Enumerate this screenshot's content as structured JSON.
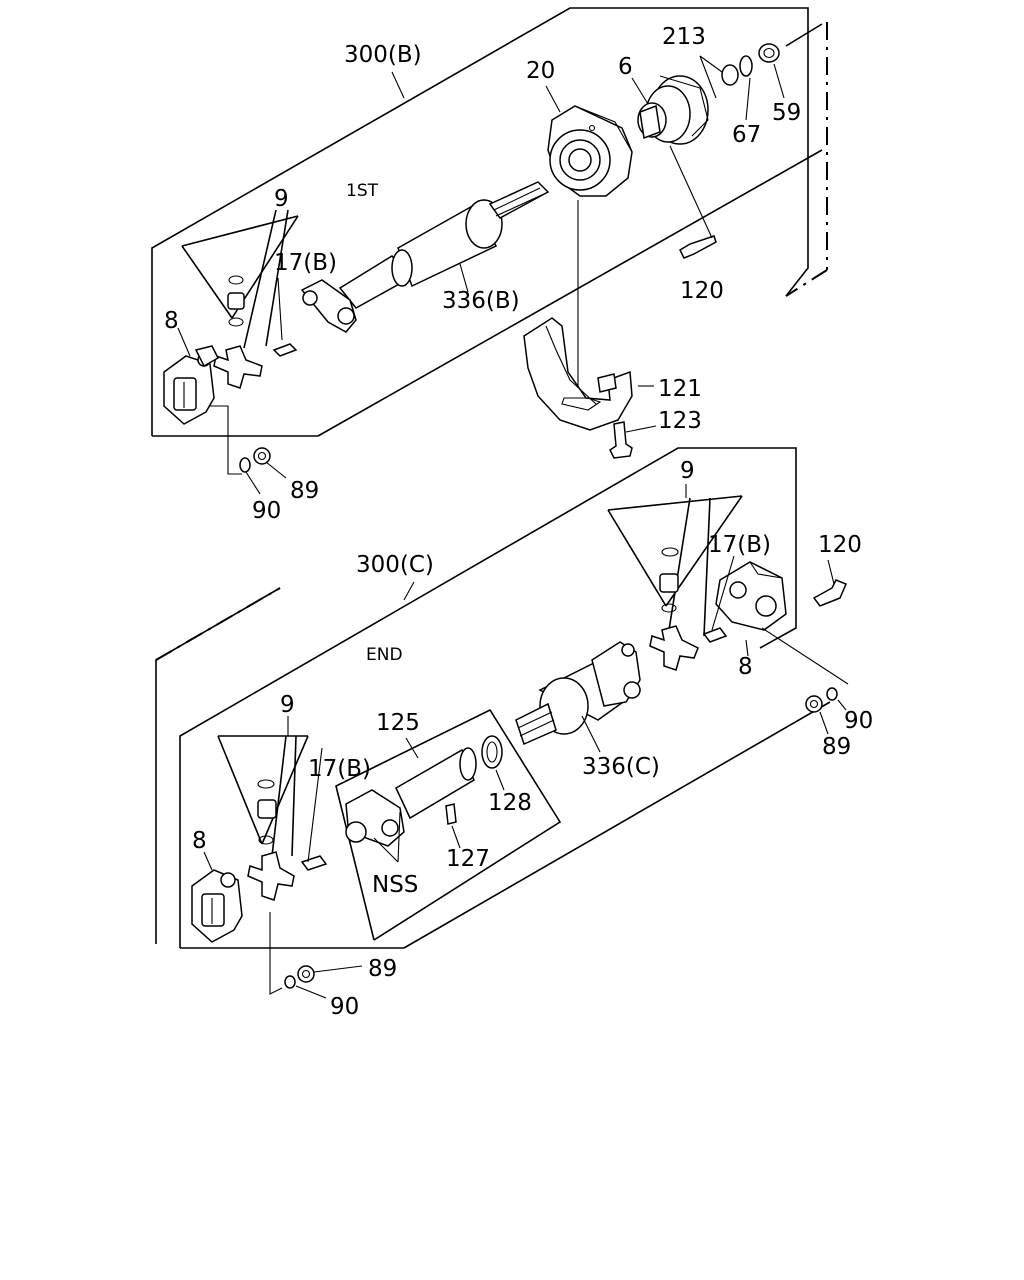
{
  "title": "",
  "colors": {
    "line": "#000000",
    "background": "#ffffff"
  },
  "groups": {
    "first": {
      "assembly_label": "300(B)",
      "section_label": "1ST"
    },
    "end": {
      "assembly_label": "300(C)",
      "section_label": "END"
    }
  },
  "callouts": {
    "c_213": "213",
    "c_20": "20",
    "c_6": "6",
    "c_59": "59",
    "c_67": "67",
    "c_9_a": "9",
    "c_17b_a": "17(B)",
    "c_8_a": "8",
    "c_336b": "336(B)",
    "c_120_a": "120",
    "c_121": "121",
    "c_123": "123",
    "c_89_a": "89",
    "c_90_a": "90",
    "c_9_b": "9",
    "c_17b_b": "17(B)",
    "c_120_b": "120",
    "c_8_b": "8",
    "c_90_b": "90",
    "c_89_b": "89",
    "c_125": "125",
    "c_9_c": "9",
    "c_17b_c": "17(B)",
    "c_128": "128",
    "c_336c": "336(C)",
    "c_8_c": "8",
    "c_127": "127",
    "c_nss": "NSS",
    "c_89_c": "89",
    "c_90_c": "90"
  }
}
